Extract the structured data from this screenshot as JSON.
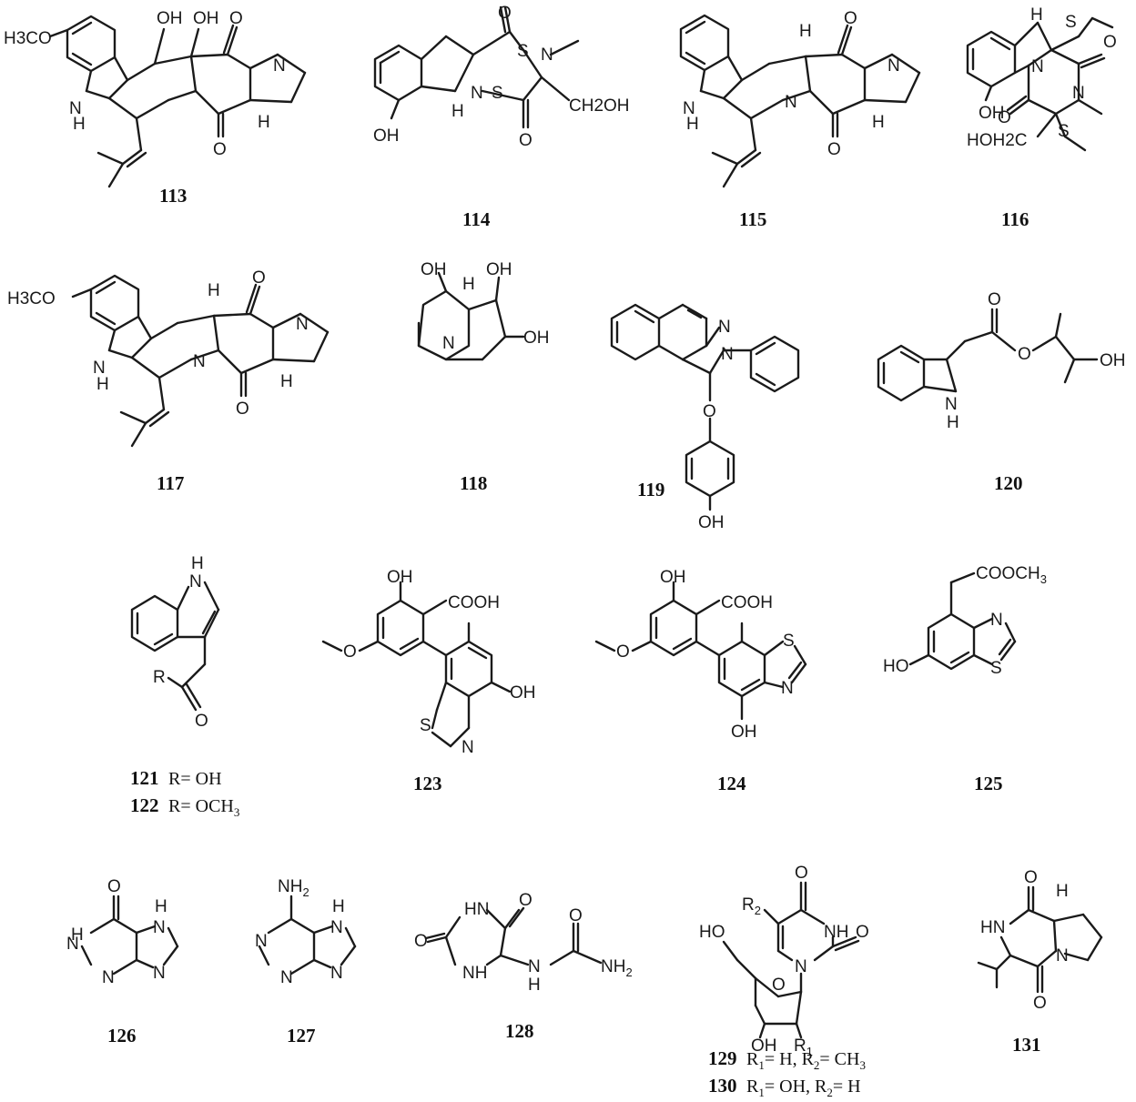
{
  "figure": {
    "compounds": [
      {
        "id": "c113",
        "number": "113"
      },
      {
        "id": "c114",
        "number": "114"
      },
      {
        "id": "c115",
        "number": "115"
      },
      {
        "id": "c116",
        "number": "116"
      },
      {
        "id": "c117",
        "number": "117"
      },
      {
        "id": "c118",
        "number": "118"
      },
      {
        "id": "c119",
        "number": "119"
      },
      {
        "id": "c120",
        "number": "120"
      },
      {
        "id": "c121",
        "number": "121",
        "caption": "R= OH"
      },
      {
        "id": "c122",
        "number": "122",
        "caption": "R= OCH3"
      },
      {
        "id": "c123",
        "number": "123"
      },
      {
        "id": "c124",
        "number": "124"
      },
      {
        "id": "c125",
        "number": "125"
      },
      {
        "id": "c126",
        "number": "126"
      },
      {
        "id": "c127",
        "number": "127"
      },
      {
        "id": "c128",
        "number": "128"
      },
      {
        "id": "c129",
        "number": "129",
        "caption": "R1= H, R2= CH3"
      },
      {
        "id": "c130",
        "number": "130",
        "caption": "R1= OH, R2= H"
      },
      {
        "id": "c131",
        "number": "131"
      }
    ],
    "atom_labels": {
      "h3co": "H3CO",
      "nh": "NH",
      "n": "N",
      "h": "H",
      "o": "O",
      "oh": "OH",
      "ho": "HO",
      "s": "S",
      "ch2oh": "CH2OH",
      "hoh2c": "HOH2C",
      "cooh": "COOH",
      "coocH3": "COOCH3",
      "nh2": "NH2",
      "r": "R",
      "r1": "R1",
      "r2": "R2",
      "hn": "HN"
    }
  }
}
